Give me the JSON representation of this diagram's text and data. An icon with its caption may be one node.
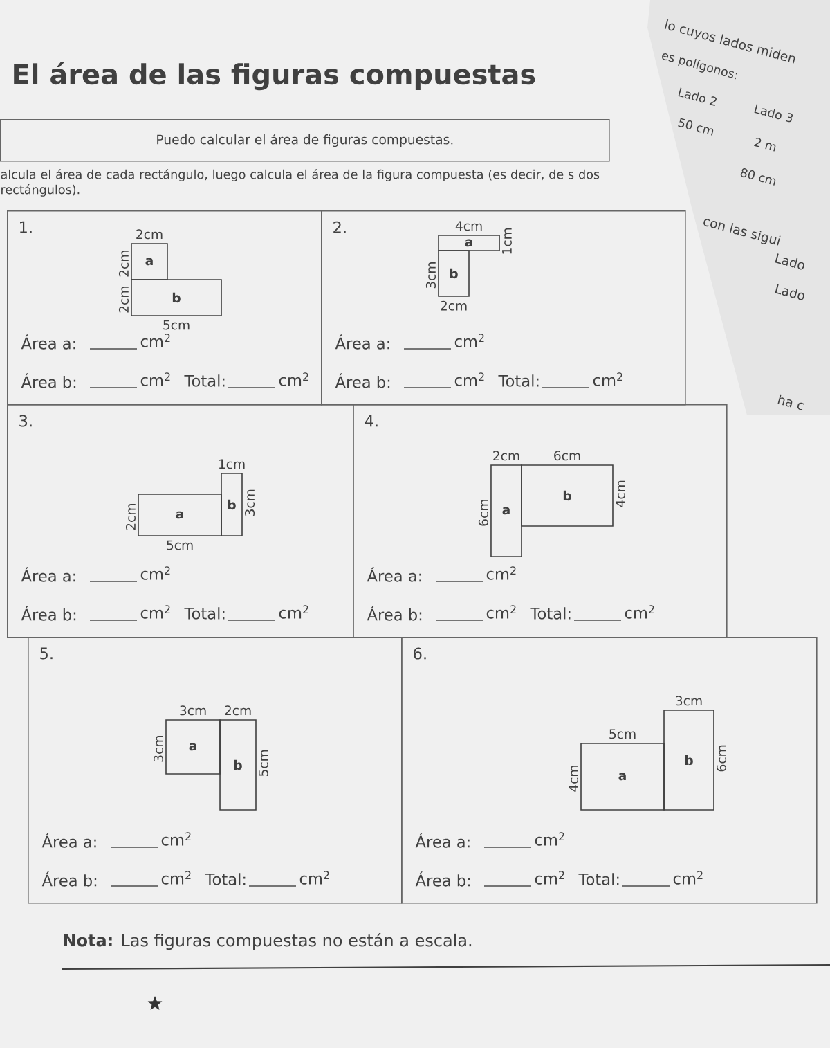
{
  "diagram": {
    "title": "El área de las figuras compuestas",
    "nodes": [
      {
        "text": [
          "Puedo calcular el área de figuras compuestas."
        ]
      },
      {
        "text": [
          "1.",
          "Área a:",
          "cm$^{2}$",
          "Área b:",
          "cm$^{2}$",
          "Total:",
          "cm$^{2}$"
        ]
      },
      {
        "text": [
          "a"
        ],
        "in": 1,
        "beside": [
          "2cm",
          "2cm"
        ]
      },
      {
        "text": [
          "b"
        ],
        "in": 1,
        "beside": [
          "2cm",
          "5cm"
        ]
      },
      {
        "text": [
          "2.",
          "Área a:",
          "cm$^{2}$",
          "Área b:",
          "cm$^{2}$",
          "Total:",
          "cm$^{2}$"
        ]
      },
      {
        "text": [
          "a"
        ],
        "in": 4,
        "beside": [
          "4cm",
          "1cm"
        ]
      },
      {
        "text": [
          "b"
        ],
        "in": 4,
        "beside": [
          "3cm",
          "2cm"
        ]
      },
      {
        "text": [
          "3.",
          "Área a:",
          "cm$^{2}$",
          "Área b:",
          "cm$^{2}$",
          "Total:",
          "cm$^{2}$"
        ]
      },
      {
        "text": [
          "a"
        ],
        "in": 7,
        "beside": [
          "2cm",
          "5cm"
        ]
      },
      {
        "text": [
          "b"
        ],
        "in": 7,
        "beside": [
          "1cm",
          "3cm"
        ]
      },
      {
        "text": [
          "4.",
          "Área a:",
          "cm$^{2}$",
          "Área b:",
          "cm$^{2}$",
          "Total:",
          "cm$^{2}$"
        ]
      },
      {
        "text": [
          "a"
        ],
        "in": 10,
        "beside": [
          "2cm",
          "6cm"
        ]
      },
      {
        "text": [
          "b"
        ],
        "in": 10,
        "beside": [
          "6cm",
          "4cm"
        ]
      },
      {
        "text": [
          "5.",
          "Área a:",
          "cm$^{2}$",
          "Área b:",
          "cm$^{2}$",
          "Total:",
          "cm$^{2}$"
        ]
      },
      {
        "text": [
          "a"
        ],
        "in": 13,
        "beside": [
          "3cm",
          "3cm"
        ]
      },
      {
        "text": [
          "b"
        ],
        "in": 13,
        "beside": [
          "2cm",
          "5cm"
        ]
      },
      {
        "text": [
          "6.",
          "Área a:",
          "cm$^{2}$",
          "Área b:",
          "cm$^{2}$",
          "Total:",
          "cm$^{2}$"
        ]
      },
      {
        "text": [
          "a"
        ],
        "in": 16,
        "beside": [
          "5cm",
          "4cm"
        ]
      },
      {
        "text": [
          "b"
        ],
        "in": 16,
        "beside": [
          "3cm",
          "6cm"
        ]
      }
    ],
    "labels": [
      "lo cuyos lados miden",
      "es polígonos:",
      "Lado 2",
      "Lado 3",
      "50 cm",
      "2 m",
      "80 cm",
      "alcula el área de cada rectángulo, luego calcula el área de la figura compuesta (es decir, de s dos rectángulos).",
      "con las sigui",
      "Lado",
      "Lado",
      "ha c",
      "**Nota:** Las figuras compuestas no están a escala."
    ]
  }
}
